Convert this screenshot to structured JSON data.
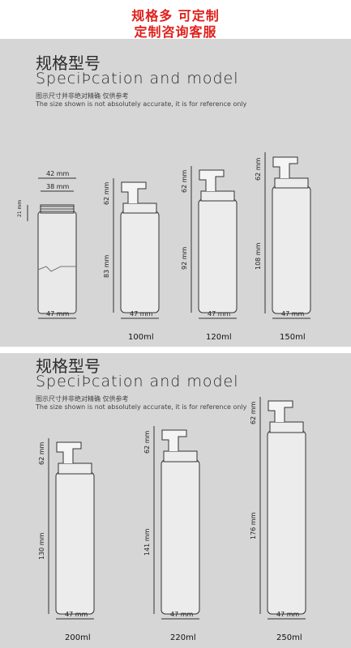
{
  "banner": {
    "line1": "规格多 可定制",
    "line2": "定制咨询客服"
  },
  "panel1": {
    "title_cn": "规格型号",
    "title_en": "SpeciÞcation and model",
    "note_cn": "图示尺寸并非绝对精确  仅供参考",
    "note_en": "The size shown is not absolutely accurate, it is for reference only",
    "dims": {
      "top_w": "42 mm",
      "neck_w": "38 mm",
      "neck_h": "21 mm",
      "width": "47 mm"
    },
    "bottles": [
      {
        "cap_label": "62 mm",
        "body_label": "83 mm",
        "width": "47 mm",
        "volume": "100ml"
      },
      {
        "cap_label": "62 mm",
        "body_label": "92 mm",
        "width": "47 mm",
        "volume": "120ml"
      },
      {
        "cap_label": "62 mm",
        "body_label": "108 mm",
        "width": "47 mm",
        "volume": "150ml"
      }
    ]
  },
  "panel2": {
    "title_cn": "规格型号",
    "title_en": "SpeciÞcation and model",
    "note_cn": "图示尺寸并非绝对精确  仅供参考",
    "note_en": "The size shown is not absolutely accurate, it is for reference only",
    "bottles": [
      {
        "cap_label": "62 mm",
        "body_label": "130 mm",
        "width": "47 mm",
        "volume": "200ml"
      },
      {
        "cap_label": "62 mm",
        "body_label": "141 mm",
        "width": "47 mm",
        "volume": "220ml"
      },
      {
        "cap_label": "62 mm",
        "body_label": "176 mm",
        "width": "47 mm",
        "volume": "250ml"
      }
    ]
  }
}
